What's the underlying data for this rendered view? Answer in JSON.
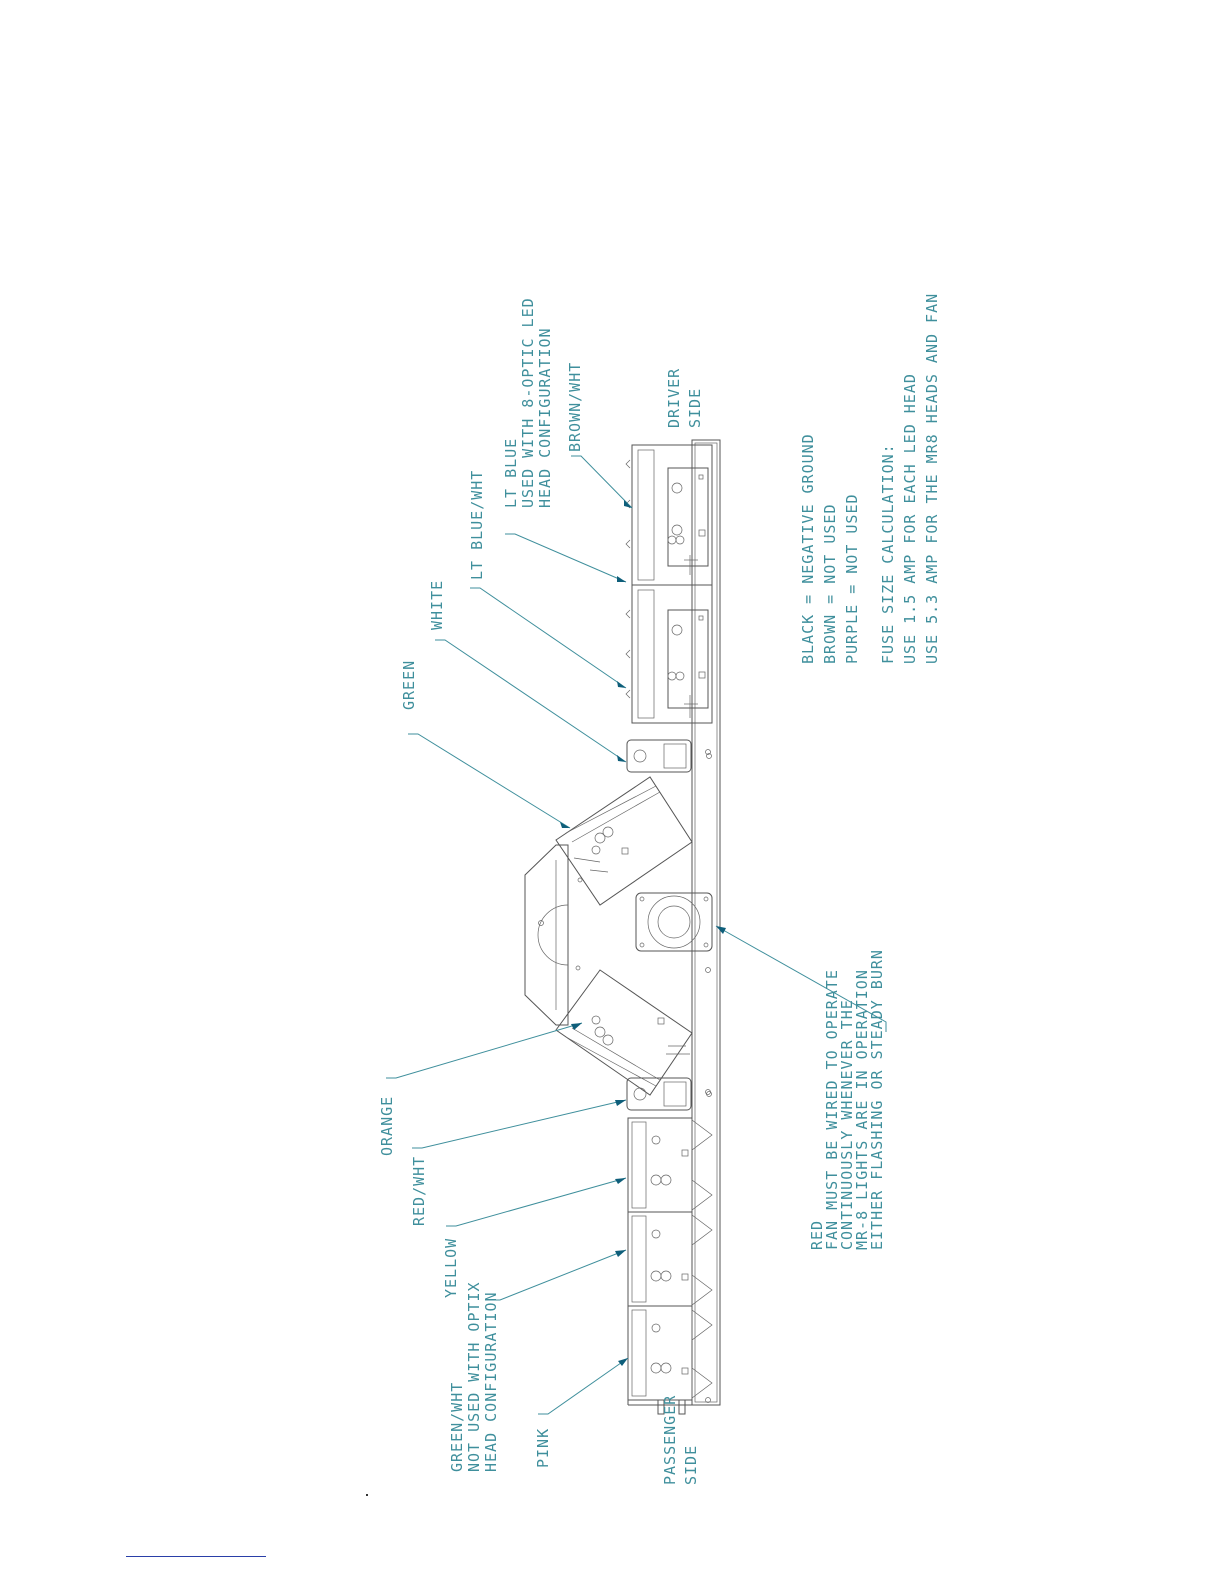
{
  "labels": {
    "passenger_side": [
      "PASSENGER",
      "SIDE"
    ],
    "driver_side": [
      "DRIVER",
      "SIDE"
    ],
    "pink": "PINK",
    "green_wht": [
      "GREEN/WHT",
      "NOT USED WITH OPTIX",
      "HEAD CONFIGURATION"
    ],
    "yellow": "YELLOW",
    "red_wht": "RED/WHT",
    "orange": "ORANGE",
    "green": "GREEN",
    "white": "WHITE",
    "lt_blue_wht": "LT BLUE/WHT",
    "lt_blue": [
      "LT BLUE",
      "USED WITH 8-OPTIC LED",
      "HEAD CONFIGURATION"
    ],
    "brown_wht": "BROWN/WHT",
    "red_note": [
      "RED",
      "FAN MUST BE WIRED TO OPERATE",
      "CONTINUOUSLY WHENEVER THE",
      "MR-8 LIGHTS ARE IN OPERATION",
      "EITHER FLASHING OR STEADY BURN"
    ],
    "legend": [
      "BLACK   = NEGATIVE GROUND",
      "BROWN = NOT USED",
      "PURPLE  = NOT USED"
    ],
    "fuse": [
      "FUSE SIZE CALCULATION:",
      "USE 1.5 AMP FOR EACH LED HEAD",
      "USE 5.3 AMP FOR THE MR8 HEADS AND FAN"
    ]
  },
  "colors": {
    "label_text": "#3f8f9c",
    "arrow_head": "#0e5e7a",
    "drawing_line": "#555555",
    "footer_rule": "#2a3fa8"
  }
}
